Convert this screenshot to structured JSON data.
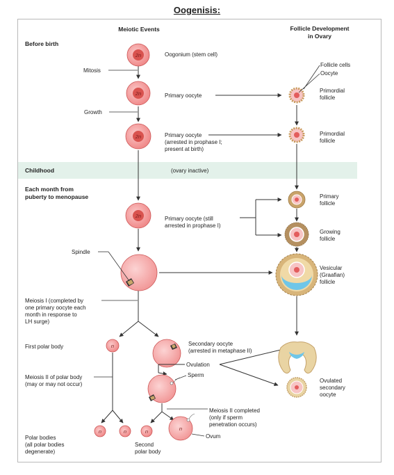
{
  "title": "Oogenisis:",
  "headers": {
    "meiotic_events": "Meiotic Events",
    "follicle_line1": "Follicle Development",
    "follicle_line2": "in Ovary"
  },
  "stages": {
    "before_birth": "Before birth",
    "childhood": "Childhood",
    "ovary_inactive": "(ovary inactive)",
    "each_month_line1": "Each month from",
    "each_month_line2": "puberty to menopause"
  },
  "process_labels": {
    "mitosis": "Mitosis",
    "growth": "Growth",
    "spindle": "Spindle",
    "meiosis1": [
      "Meiosis I (completed by",
      "one primary oocyte each",
      "month in response to",
      "LH surge)"
    ],
    "first_polar_body": "First polar body",
    "meiosis2_polar": [
      "Meiosis II of polar body",
      "(may or may not occur)"
    ],
    "polar_bodies": [
      "Polar bodies",
      "(all polar bodies",
      "degenerate)"
    ],
    "second_polar_body": [
      "Second",
      "polar body"
    ]
  },
  "cell_labels": {
    "oogonium": "Oogonium (stem cell)",
    "primary_oocyte": "Primary oocyte",
    "primary_arrested": [
      "Primary oocyte",
      "(arrested in prophase I;",
      "present at birth)"
    ],
    "primary_still_arrested": [
      "Primary oocyte (still",
      "arrested in prophase I)"
    ],
    "secondary_oocyte": [
      "Secondary oocyte",
      "(arrested in metaphase II)"
    ],
    "ovulation": "Ovulation",
    "sperm": "Sperm",
    "meiosis2_completed": [
      "Meiosis II completed",
      "(only if sperm",
      "penetration occurs)"
    ],
    "ovum": "Ovum"
  },
  "follicle_labels": {
    "follicle_cells": "Follicle cells",
    "oocyte": "Oocyte",
    "primordial": [
      "Primordial",
      "follicle"
    ],
    "primary": [
      "Primary",
      "follicle"
    ],
    "growing": [
      "Growing",
      "follicle"
    ],
    "vesicular": [
      "Vesicular",
      "(Graafian)",
      "follicle"
    ],
    "ovulated": [
      "Ovulated",
      "secondary",
      "oocyte"
    ]
  },
  "ploidy": {
    "diploid": "2n",
    "haploid": "n"
  },
  "colors": {
    "cell_fill": "#f49a9a",
    "cell_stroke": "#c0392b",
    "nucleus": "#d9534f",
    "band": "#e3f1ea",
    "antrum": "#6fc6e8",
    "follicle_cells": "#e9d4a3",
    "arrow": "#333333"
  }
}
